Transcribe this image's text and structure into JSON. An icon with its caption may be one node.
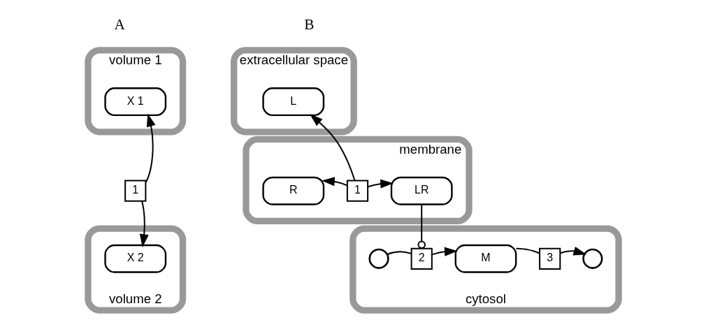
{
  "diagram": {
    "nodes": [
      {
        "text": [
          "volume 1"
        ]
      },
      {
        "text": [
          "X 1"
        ],
        "in": 0
      },
      {
        "text": [
          "volume 2"
        ]
      },
      {
        "text": [
          "X 2"
        ],
        "in": 2
      },
      {
        "text": [
          "1"
        ]
      },
      {
        "text": [
          "extracellular space"
        ]
      },
      {
        "text": [
          "L"
        ],
        "in": 5
      },
      {
        "text": [
          "membrane"
        ]
      },
      {
        "text": [
          "R"
        ],
        "in": 7
      },
      {
        "text": [
          "1"
        ],
        "in": 7
      },
      {
        "text": [
          "LR"
        ],
        "in": 7
      },
      {
        "text": [
          "cytosol"
        ]
      },
      {
        "text": [],
        "shape": "circle",
        "in": 11
      },
      {
        "text": [
          "2"
        ],
        "in": 11
      },
      {
        "text": [
          "M"
        ],
        "in": 11
      },
      {
        "text": [
          "3"
        ],
        "in": 11
      },
      {
        "text": [],
        "shape": "circle",
        "in": 11
      }
    ],
    "edges": [
      {
        "from": 4,
        "to": 1,
        "arrow": "to"
      },
      {
        "from": 4,
        "to": 3,
        "arrow": "to"
      },
      {
        "from": 9,
        "to": 8,
        "arrow": "to"
      },
      {
        "from": 9,
        "to": 6,
        "arrow": "to"
      },
      {
        "from": 9,
        "to": 10,
        "arrow": "to"
      },
      {
        "from": 10,
        "to": 13,
        "arrow": "other"
      },
      {
        "from": 12,
        "to": 13,
        "arrow": "none"
      },
      {
        "from": 13,
        "to": 14,
        "arrow": "to"
      },
      {
        "from": 14,
        "to": 15,
        "arrow": "none"
      },
      {
        "from": 15,
        "to": 16,
        "arrow": "to"
      }
    ],
    "labels": [
      "A",
      "B"
    ]
  }
}
